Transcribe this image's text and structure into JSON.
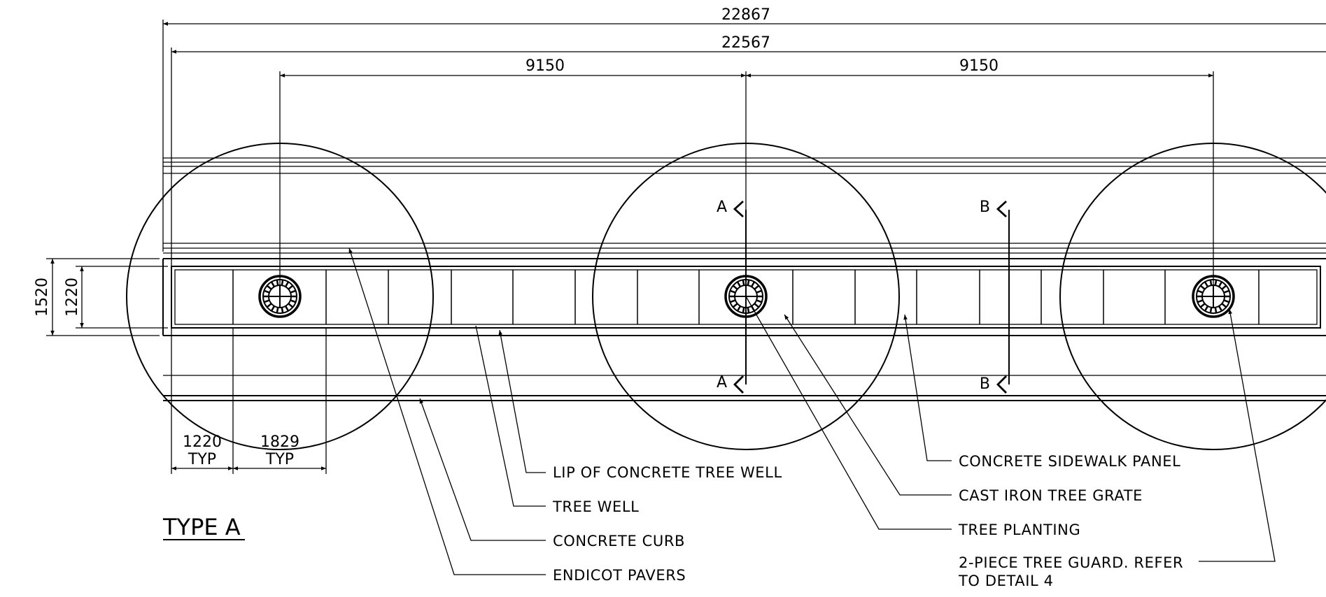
{
  "dimensions": {
    "overall_outer": "22867",
    "overall_inner": "22567",
    "spacing_left": "9150",
    "spacing_right": "9150",
    "sidewalk_width": "1520",
    "tree_well_width": "1220",
    "paver_width": "1220",
    "paver_width_note": "TYP",
    "well_length": "1829",
    "well_length_note": "TYP"
  },
  "section_markers": {
    "a_top": "A",
    "a_bottom": "A",
    "b_top": "B",
    "b_bottom": "B"
  },
  "drawing_title": "TYPE A",
  "callouts": {
    "lip_of_tree_well": "LIP OF CONCRETE TREE WELL",
    "tree_well": "TREE WELL",
    "concrete_curb": "CONCRETE CURB",
    "endicot_pavers": "ENDICOT PAVERS",
    "sidewalk_panel": "CONCRETE SIDEWALK PANEL",
    "tree_grate": "CAST IRON TREE GRATE",
    "tree_planting": "TREE PLANTING",
    "tree_guard_line1": "2-PIECE TREE GUARD. REFER",
    "tree_guard_line2": "TO DETAIL 4"
  },
  "colors": {
    "line": "#000000",
    "background": "#ffffff"
  }
}
